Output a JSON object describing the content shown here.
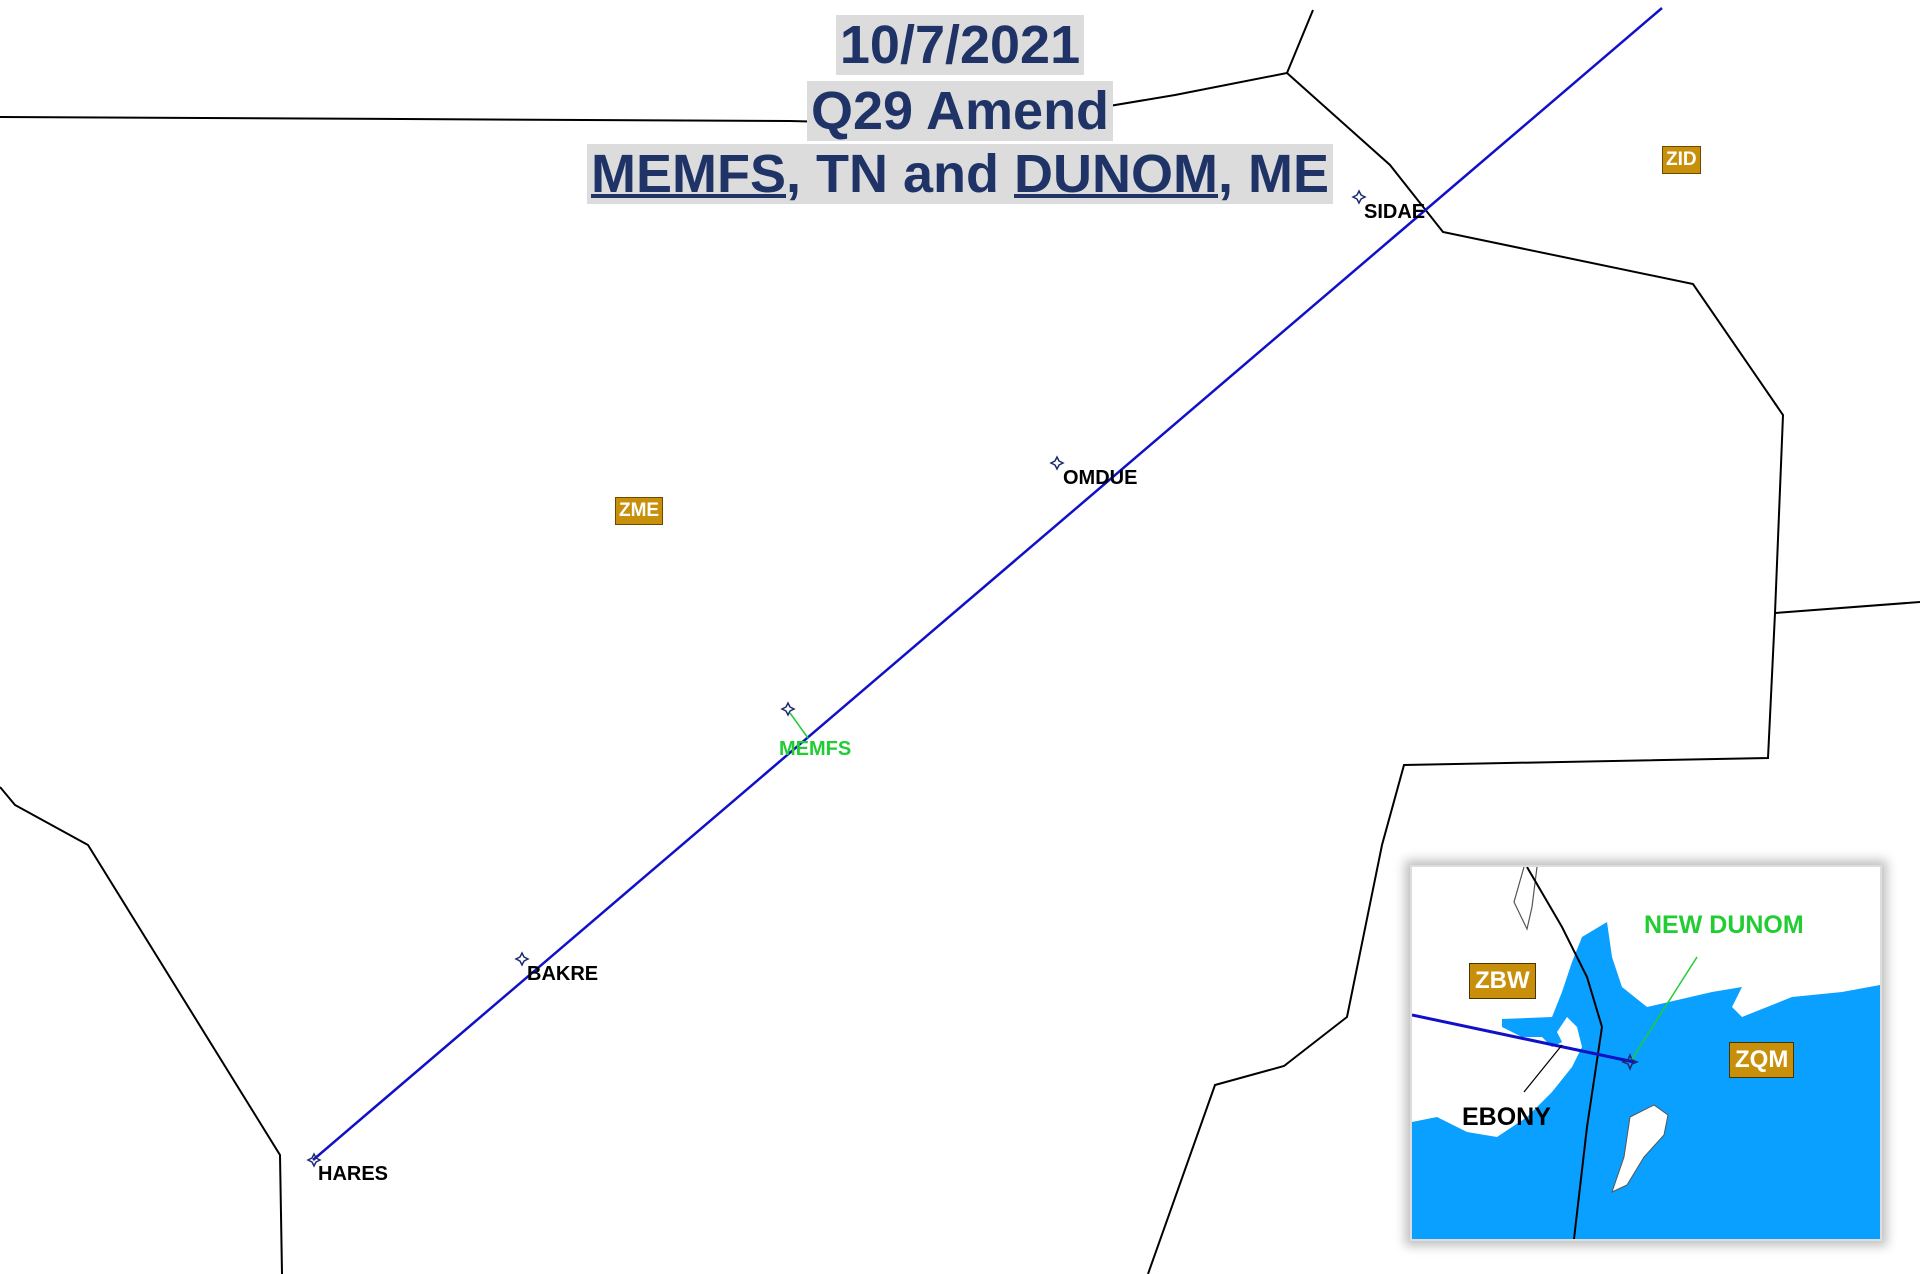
{
  "title": {
    "date": "10/7/2021",
    "route_action": "Q29 Amend",
    "fix_a": "MEMFS",
    "state_a": ", TN and ",
    "fix_b": "DUNOM",
    "state_b": ", ME"
  },
  "fixes": {
    "hares": "HARES",
    "bakre": "BAKRE",
    "memfs": "MEMFS",
    "omdue": "OMDUE",
    "sidae": "SIDAE"
  },
  "centers": {
    "zme": "ZME",
    "zid": "ZID"
  },
  "inset": {
    "new_dunom": "NEW DUNOM",
    "ebony": "EBONY",
    "zbw": "ZBW",
    "zqm": "ZQM"
  },
  "colors": {
    "route": "#1010c8",
    "boundary": "#000000",
    "new_fix": "#22cc33",
    "water": "#0aa0ff",
    "center_box": "#c8900a",
    "title": "#1f3366"
  }
}
